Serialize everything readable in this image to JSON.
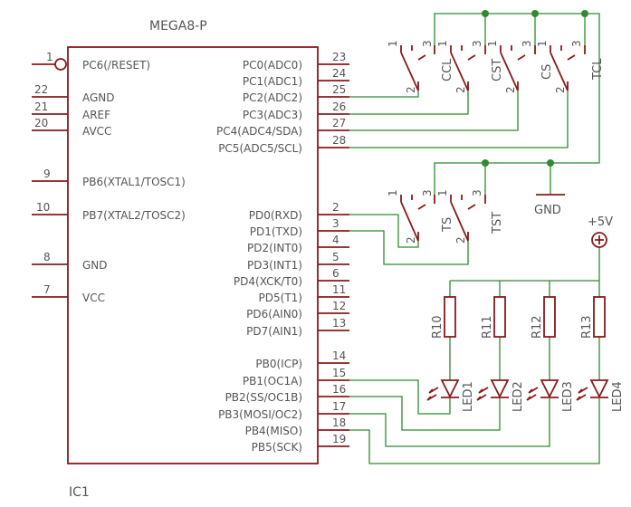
{
  "ic": {
    "part": "MEGA8-P",
    "ref": "IC1",
    "left_pins": [
      {
        "num": "1",
        "name": "PC6(/RESET)"
      },
      {
        "num": "22",
        "name": "AGND"
      },
      {
        "num": "21",
        "name": "AREF"
      },
      {
        "num": "20",
        "name": "AVCC"
      },
      {
        "num": "9",
        "name": "PB6(XTAL1/TOSC1)"
      },
      {
        "num": "10",
        "name": "PB7(XTAL2/TOSC2)"
      },
      {
        "num": "8",
        "name": "GND"
      },
      {
        "num": "7",
        "name": "VCC"
      }
    ],
    "right_pins": [
      {
        "num": "23",
        "name": "PC0(ADC0)"
      },
      {
        "num": "24",
        "name": "PC1(ADC1)"
      },
      {
        "num": "25",
        "name": "PC2(ADC2)"
      },
      {
        "num": "26",
        "name": "PC3(ADC3)"
      },
      {
        "num": "27",
        "name": "PC4(ADC4/SDA)"
      },
      {
        "num": "28",
        "name": "PC5(ADC5/SCL)"
      },
      {
        "num": "2",
        "name": "PD0(RXD)"
      },
      {
        "num": "3",
        "name": "PD1(TXD)"
      },
      {
        "num": "4",
        "name": "PD2(INT0)"
      },
      {
        "num": "5",
        "name": "PD3(INT1)"
      },
      {
        "num": "6",
        "name": "PD4(XCK/T0)"
      },
      {
        "num": "11",
        "name": "PD5(T1)"
      },
      {
        "num": "12",
        "name": "PD6(AIN0)"
      },
      {
        "num": "13",
        "name": "PD7(AIN1)"
      },
      {
        "num": "14",
        "name": "PB0(ICP)"
      },
      {
        "num": "15",
        "name": "PB1(OC1A)"
      },
      {
        "num": "16",
        "name": "PB2(SS/OC1B)"
      },
      {
        "num": "17",
        "name": "PB3(MOSI/OC2)"
      },
      {
        "num": "18",
        "name": "PB4(MISO)"
      },
      {
        "num": "19",
        "name": "PB5(SCK)"
      }
    ]
  },
  "switches": {
    "top": [
      "CCL",
      "CST",
      "CS",
      "TCL"
    ],
    "bottom": [
      "TS",
      "TST"
    ],
    "pin1": "1",
    "pin2": "2",
    "pin3": "3"
  },
  "power": {
    "gnd": "GND",
    "vcc": "+5V"
  },
  "resistors": [
    "R10",
    "R11",
    "R12",
    "R13"
  ],
  "leds": [
    "LED1",
    "LED2",
    "LED3",
    "LED4"
  ]
}
